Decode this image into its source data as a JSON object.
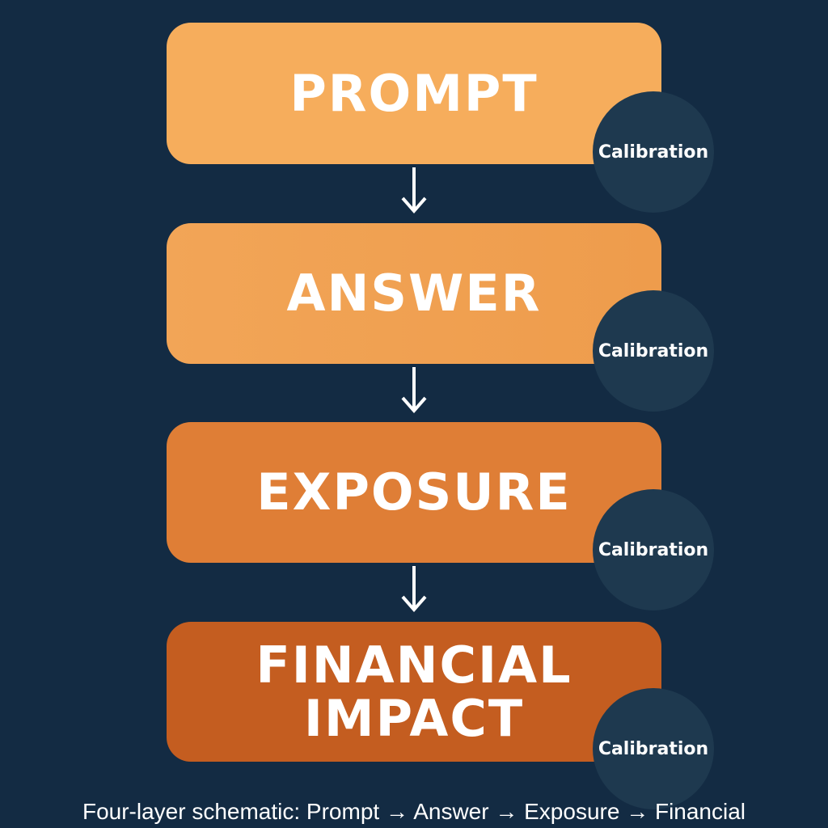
{
  "layers": [
    {
      "label": "PROMPT",
      "color": "#f6ad5c",
      "badge": "Calibration"
    },
    {
      "label": "ANSWER",
      "color": "#efa050",
      "badge": "Calibration"
    },
    {
      "label": "EXPOSURE",
      "color": "#df7e36",
      "badge": "Calibration"
    },
    {
      "label": "FINANCIAL IMPACT",
      "color": "#c45d20",
      "badge": "Calibration"
    }
  ],
  "caption": "Four-layer schematic: Prompt → Answer → Exposure → Financial"
}
